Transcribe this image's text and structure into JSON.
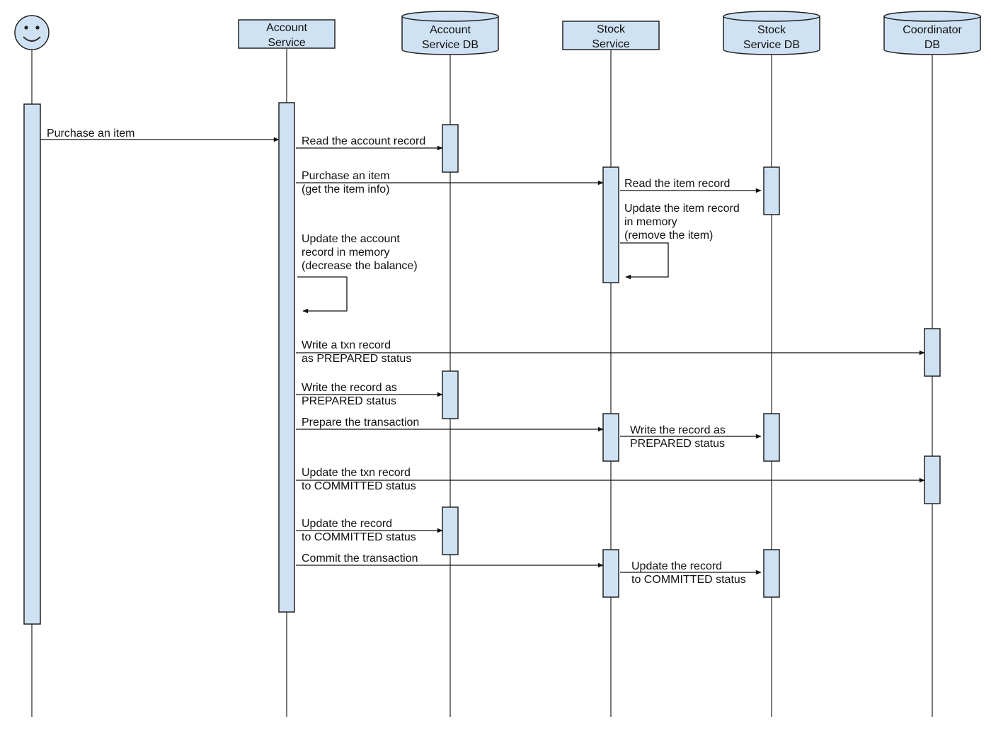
{
  "colors": {
    "fill": "#cfe2f3",
    "stroke": "#222222",
    "background": "#ffffff"
  },
  "participants": [
    {
      "key": "user",
      "kind": "actor",
      "icon": "smiley-face-icon",
      "lines": []
    },
    {
      "key": "account_service",
      "kind": "service",
      "lines": [
        "Account",
        "Service"
      ]
    },
    {
      "key": "account_db",
      "kind": "database",
      "lines": [
        "Account",
        "Service DB"
      ]
    },
    {
      "key": "stock_service",
      "kind": "service",
      "lines": [
        "Stock",
        "Service"
      ]
    },
    {
      "key": "stock_db",
      "kind": "database",
      "lines": [
        "Stock",
        "Service DB"
      ]
    },
    {
      "key": "coordinator_db",
      "kind": "database",
      "lines": [
        "Coordinator",
        "DB"
      ]
    }
  ],
  "messages": [
    {
      "key": "purchase-an-item",
      "from": "user",
      "to": "account_service",
      "lines": [
        "Purchase an item"
      ]
    },
    {
      "key": "read-account-record",
      "from": "account_service",
      "to": "account_db",
      "lines": [
        "Read the account record"
      ]
    },
    {
      "key": "purchase-item-info",
      "from": "account_service",
      "to": "stock_service",
      "lines": [
        "Purchase an item",
        "(get the item info)"
      ]
    },
    {
      "key": "read-item-record",
      "from": "stock_service",
      "to": "stock_db",
      "lines": [
        "Read the item record"
      ]
    },
    {
      "key": "update-item-record-memory",
      "from": "stock_service",
      "to": "stock_service",
      "self": true,
      "lines": [
        "Update the item record",
        "in memory",
        "(remove the item)"
      ]
    },
    {
      "key": "update-account-record-memory",
      "from": "account_service",
      "to": "account_service",
      "self": true,
      "lines": [
        "Update the account",
        "record in memory",
        "(decrease the balance)"
      ]
    },
    {
      "key": "write-txn-prepared",
      "from": "account_service",
      "to": "coordinator_db",
      "lines": [
        "Write a txn record",
        "as PREPARED status"
      ]
    },
    {
      "key": "write-account-prepared",
      "from": "account_service",
      "to": "account_db",
      "lines": [
        "Write the record as",
        "PREPARED status"
      ]
    },
    {
      "key": "prepare-transaction",
      "from": "account_service",
      "to": "stock_service",
      "lines": [
        "Prepare the transaction"
      ]
    },
    {
      "key": "write-stock-prepared",
      "from": "stock_service",
      "to": "stock_db",
      "lines": [
        "Write the record as",
        "PREPARED status"
      ]
    },
    {
      "key": "update-txn-committed",
      "from": "account_service",
      "to": "coordinator_db",
      "lines": [
        "Update the txn record",
        "to COMMITTED status"
      ]
    },
    {
      "key": "update-account-committed",
      "from": "account_service",
      "to": "account_db",
      "lines": [
        "Update the record",
        "to COMMITTED status"
      ]
    },
    {
      "key": "commit-transaction",
      "from": "account_service",
      "to": "stock_service",
      "lines": [
        "Commit the transaction"
      ]
    },
    {
      "key": "update-stock-committed",
      "from": "stock_service",
      "to": "stock_db",
      "lines": [
        "Update the record",
        "to COMMITTED status"
      ]
    }
  ]
}
